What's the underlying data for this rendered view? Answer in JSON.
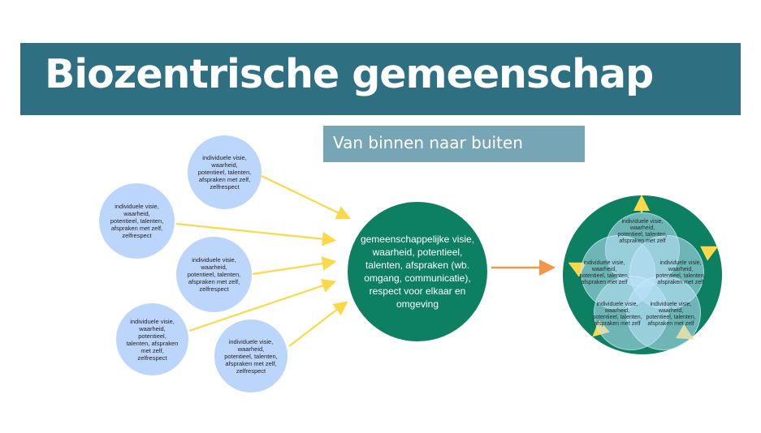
{
  "title": "Biozentrische gemeenschap",
  "subtitle": "Van binnen naar buiten",
  "individual_bubbles": [
    "individuele visie, waarheid, potentieel, talenten, afspraken met zelf, zelfrespect",
    "individuele visie, waarheid, potentieel, talenten, afspraken met zelf, zelfrespect",
    "individuele visie, waarheid, potentieel, talenten, afspraken met zelf, zelfrespect",
    "individuele visie, waarheid, potentieel, talenten, afspraken met zelf, zelfrespect",
    "individuele visie, waarheid, potentieel, talenten, afspraken met zelf, zelfrespect"
  ],
  "center_text": "gemeenschappelijke visie, waarheid, potentieel, talenten, afspraken (wb. omgang, communicatie), respect voor elkaar en omgeving",
  "venn_circles": [
    "individuele visie, waarheid, potentieel, talenten, afspraken met zelf",
    "individuele visie, waarheid, potentieel, talenten, afspraken met zelf",
    "individuele visie, waarheid, potentieel, talenten, afspraken met zelf",
    "individuele visie, waarheid, potentieel, talenten, afspraken met zelf",
    "individuele visie, waarheid, potentieel, talenten, afspraken met zelf"
  ],
  "colors": {
    "title_bar": "#2e6f82",
    "subtitle_box": "#76a5b6",
    "bubble": "#bcd6fb",
    "green": "#0e8062",
    "arrow_yellow": "#fcd84a",
    "arrow_orange": "#f5944a"
  }
}
